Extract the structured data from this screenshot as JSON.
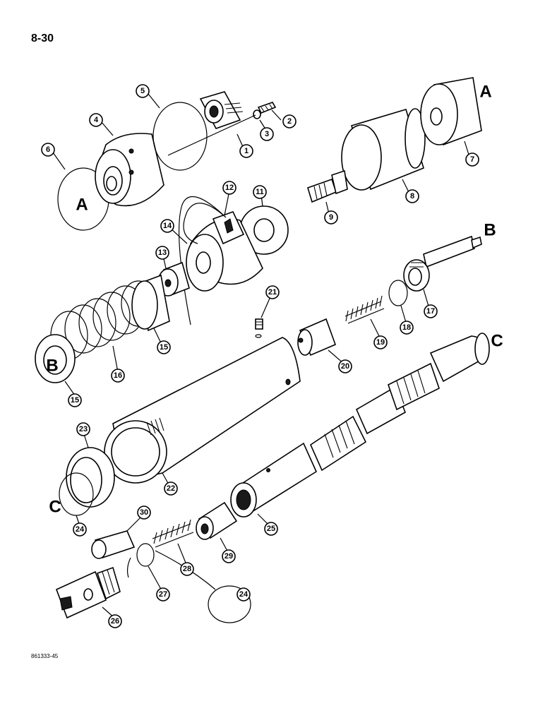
{
  "page": {
    "number": "8-30",
    "code": "861333-45"
  },
  "callouts": [
    "1",
    "2",
    "3",
    "4",
    "5",
    "6",
    "7",
    "8",
    "9",
    "11",
    "12",
    "13",
    "14",
    "15",
    "15",
    "16",
    "17",
    "18",
    "19",
    "20",
    "21",
    "22",
    "23",
    "24",
    "24",
    "25",
    "26",
    "27",
    "28",
    "29",
    "30"
  ],
  "refs": [
    "A",
    "A",
    "B",
    "B",
    "C",
    "C"
  ]
}
